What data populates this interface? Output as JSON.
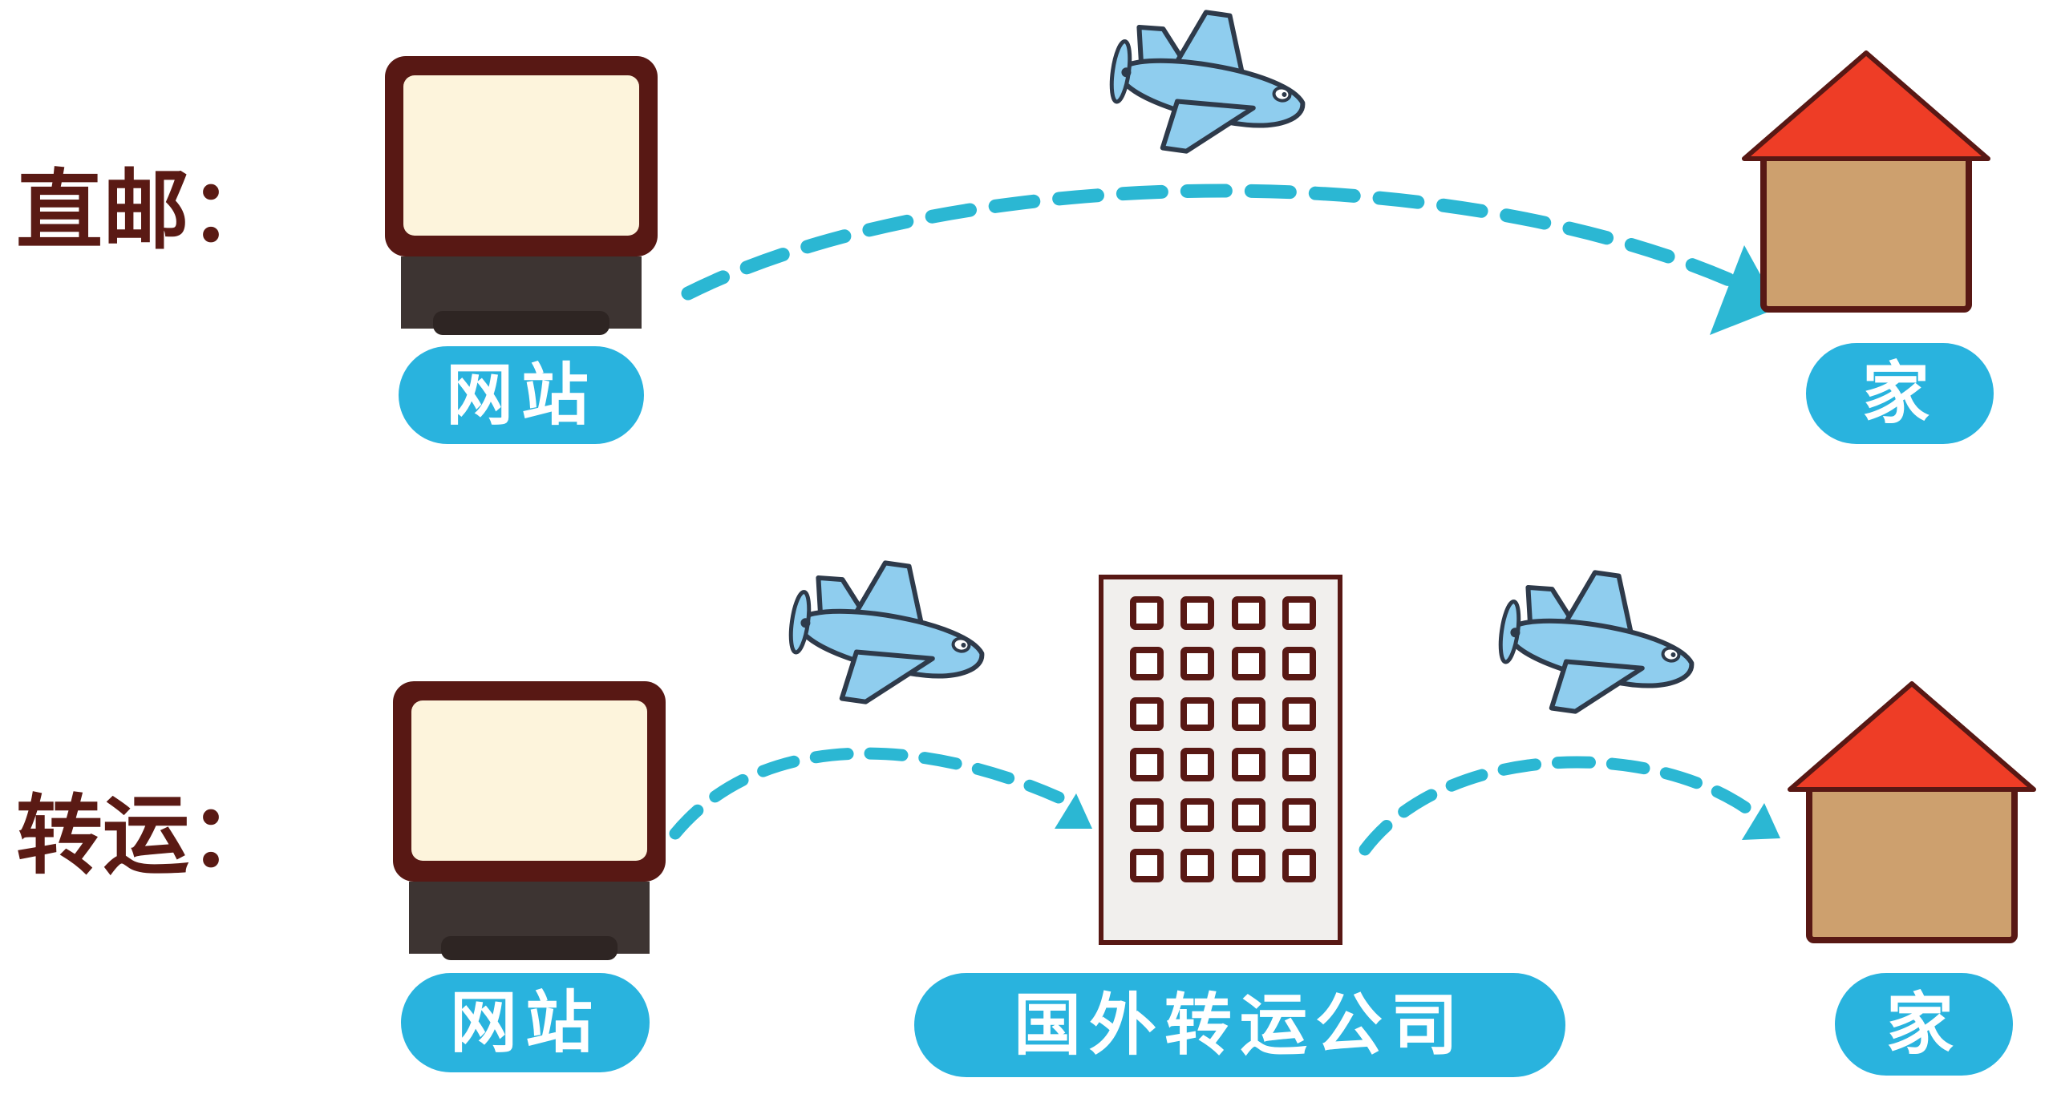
{
  "rows": {
    "direct": {
      "label": "直邮：",
      "source_label": "网站",
      "destination_label": "家"
    },
    "forwarding": {
      "label": "转运：",
      "source_label": "网站",
      "middle_label": "国外转运公司",
      "destination_label": "家"
    }
  },
  "icons": {
    "source": "computer-monitor-icon",
    "destination": "house-icon",
    "middle": "office-building-icon",
    "transport": "airplane-icon"
  },
  "colors": {
    "pill_fill": "#29b3de",
    "arrow_dash": "#2bb7d3",
    "monitor_frame": "#581814",
    "monitor_screen": "#fdf4dc",
    "house_roof": "#ee3d26",
    "house_wall": "#cda06e",
    "house_outline": "#581814",
    "airplane_body": "#8fcdee",
    "airplane_outline": "#2e3a4a",
    "building_fill": "#f1efed",
    "building_window": "#581814",
    "label_text": "#5a1a14"
  }
}
